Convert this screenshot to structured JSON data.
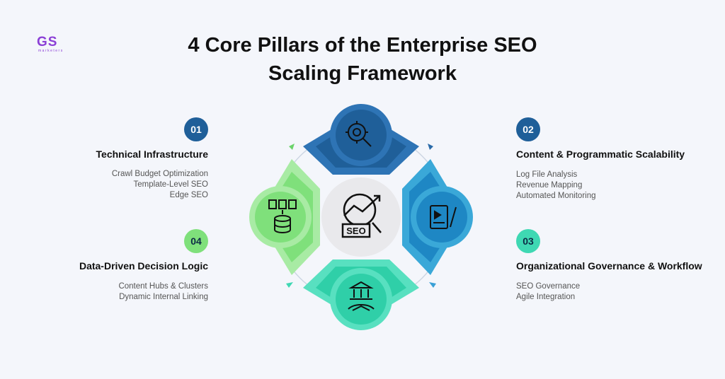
{
  "logo": {
    "mark": "GS",
    "subtitle": "marketers"
  },
  "title": {
    "line1": "4 Core Pillars of the Enterprise SEO",
    "line2": "Scaling Framework"
  },
  "center": {
    "label": "SEO"
  },
  "pillars": [
    {
      "number": "01",
      "heading": "Technical Infrastructure",
      "items": [
        "Crawl Budget Optimization",
        "Template-Level SEO",
        "Edge SEO"
      ],
      "color": "#2a6aa8"
    },
    {
      "number": "02",
      "heading": "Content & Programmatic Scalability",
      "items": [
        "Log File Analysis",
        "Revenue Mapping",
        "Automated Monitoring"
      ],
      "color": "#2a6aa8"
    },
    {
      "number": "03",
      "heading": "Organizational Governance & Workflow",
      "items": [
        "SEO Governance",
        "Agile Integration"
      ],
      "color": "#3fd8b3"
    },
    {
      "number": "04",
      "heading": "Data-Driven Decision Logic",
      "items": [
        "Content Hubs & Clusters",
        "Dynamic Internal Linking"
      ],
      "color": "#8ee68a"
    }
  ],
  "icons": {
    "top": "gear-magnifier-icon",
    "right": "video-document-icon",
    "bottom": "bank-handshake-icon",
    "left": "database-documents-icon",
    "center": "seo-chart-icon"
  }
}
